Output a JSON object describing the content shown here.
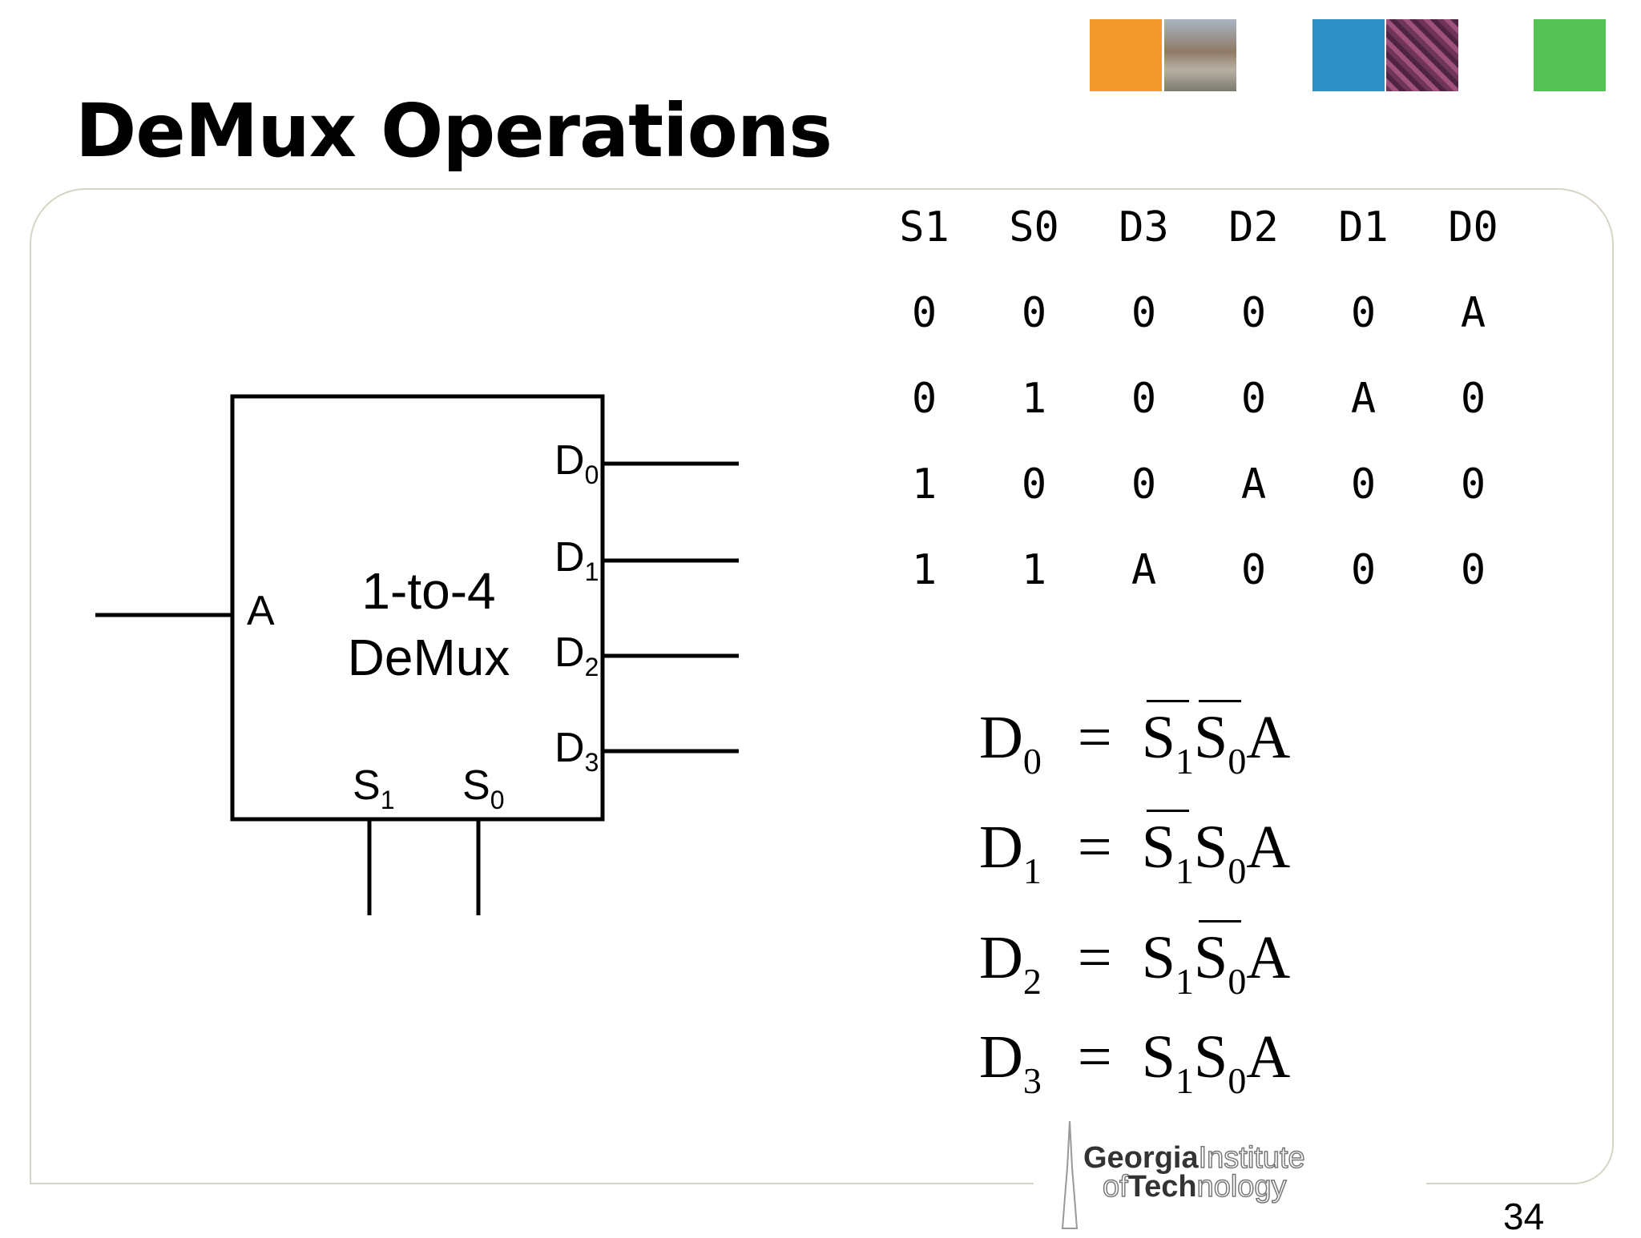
{
  "slide": {
    "title": "DeMux Operations",
    "page_number": "34"
  },
  "header_squares": {
    "colors": [
      "#f39a2d",
      "#2e8fc4",
      "#54c254"
    ],
    "images": [
      "campus-photo",
      "circuit-board-photo"
    ]
  },
  "block_diagram": {
    "title_line1": "1-to-4",
    "title_line2": "DeMux",
    "input_label": "A",
    "outputs": [
      {
        "letter": "D",
        "sub": "0"
      },
      {
        "letter": "D",
        "sub": "1"
      },
      {
        "letter": "D",
        "sub": "2"
      },
      {
        "letter": "D",
        "sub": "3"
      }
    ],
    "selects": [
      {
        "letter": "S",
        "sub": "1"
      },
      {
        "letter": "S",
        "sub": "0"
      }
    ]
  },
  "truth_table": {
    "headers": [
      "S1",
      "S0",
      "D3",
      "D2",
      "D1",
      "D0"
    ],
    "rows": [
      [
        "0",
        "0",
        "0",
        "0",
        "0",
        "A"
      ],
      [
        "0",
        "1",
        "0",
        "0",
        "A",
        "0"
      ],
      [
        "1",
        "0",
        "0",
        "A",
        "0",
        "0"
      ],
      [
        "1",
        "1",
        "A",
        "0",
        "0",
        "0"
      ]
    ]
  },
  "equations": [
    {
      "lhs": "D",
      "lhs_sub": "0",
      "eq": "=",
      "t1": "S",
      "t1_sub": "1",
      "t2": "S",
      "t2_sub": "0",
      "t3": "A"
    },
    {
      "lhs": "D",
      "lhs_sub": "1",
      "eq": "=",
      "t1": "S",
      "t1_sub": "1",
      "t2": "S",
      "t2_sub": "0",
      "t3": "A"
    },
    {
      "lhs": "D",
      "lhs_sub": "2",
      "eq": "=",
      "t1": "S",
      "t1_sub": "1",
      "t2": "S",
      "t2_sub": "0",
      "t3": "A"
    },
    {
      "lhs": "D",
      "lhs_sub": "3",
      "eq": "=",
      "t1": "S",
      "t1_sub": "1",
      "t2": "S",
      "t2_sub": "0",
      "t3": "A"
    }
  ],
  "logo": {
    "line1_bold": "Georgia",
    "line1_outline": "Institute",
    "line2_outline1": "of",
    "line2_bold": "Tech",
    "line2_outline2": "nology"
  }
}
